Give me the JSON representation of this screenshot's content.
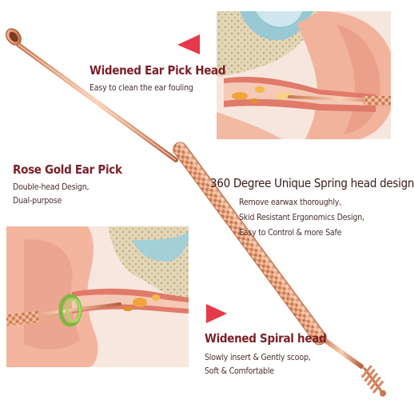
{
  "callouts": {
    "widened_head": {
      "title": "Widened Ear Pick Head",
      "line1": "Easy to clean the ear fouling"
    },
    "rose_gold": {
      "title": "Rose Gold Ear Pick",
      "line1": "Double-head Design,",
      "line2": "Dual-purpose"
    },
    "spring_head": {
      "title": "360 Degree Unique Spring head design",
      "line1": "Remove earwax thoroughly,",
      "line2": "Skid Resistant Ergonomics Design,",
      "line3": "Easy to Control & more Safe"
    },
    "spiral_head": {
      "title": "Widened Spiral head",
      "line1": "Slowly insert & Gently scoop,",
      "line2": "Soft & Comfortable"
    }
  },
  "colors": {
    "heading": "#7a1f26",
    "arrow": "#e6394a",
    "rose_gold": "#e9a27a",
    "skin": "#f3b9a4"
  }
}
